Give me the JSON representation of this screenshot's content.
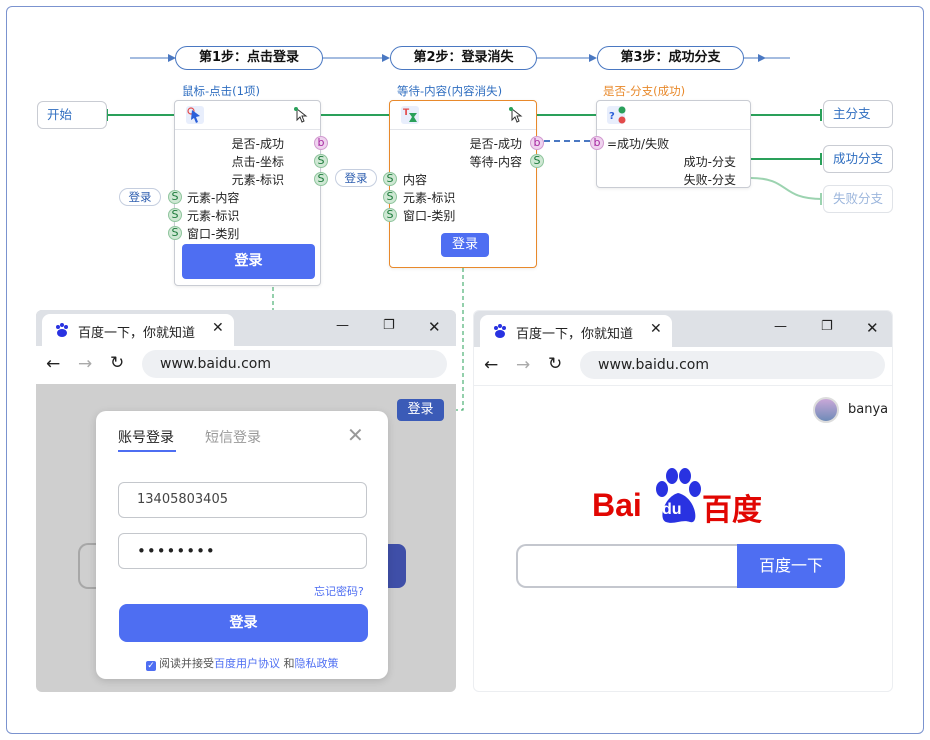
{
  "steps": [
    {
      "label": "第1步：点击登录"
    },
    {
      "label": "第2步：登录消失"
    },
    {
      "label": "第3步：成功分支"
    }
  ],
  "start": {
    "label": "开始"
  },
  "node1": {
    "title": "鼠标-点击(1项)",
    "outputs": [
      "是否-成功",
      "点击-坐标",
      "元素-标识"
    ],
    "inputs": [
      "元素-内容",
      "元素-标识",
      "窗口-类别"
    ],
    "input_chip": "登录",
    "button": "登录"
  },
  "node2": {
    "title": "等待-内容(内容消失)",
    "outputs": [
      "是否-成功",
      "等待-内容"
    ],
    "inputs": [
      "内容",
      "元素-标识",
      "窗口-类别"
    ],
    "input_chip": "登录",
    "button": "登录"
  },
  "node3": {
    "title": "是否-分支(成功)",
    "condition": "=成功/失败",
    "outputs": [
      "成功-分支",
      "失败-分支"
    ]
  },
  "branches": {
    "main": "主分支",
    "success": "成功分支",
    "fail": "失败分支"
  },
  "badges": {
    "s": "S",
    "b": "b"
  },
  "browser_left": {
    "tab_title": "百度一下，你就知道",
    "url": "www.baidu.com",
    "float_tag": "登录",
    "dialog": {
      "tab_account": "账号登录",
      "tab_sms": "短信登录",
      "phone": "13405803405",
      "password": "••••••••",
      "forgot": "忘记密码?",
      "login_button": "登录",
      "agree_prefix": "阅读并接受",
      "agree_link1": "百度用户协议",
      "agree_and": "和",
      "agree_link2": "隐私政策"
    }
  },
  "browser_right": {
    "tab_title": "百度一下，你就知道",
    "url": "www.baidu.com",
    "username": "banya",
    "logo_left": "Bai",
    "logo_mid": "du",
    "logo_right": "百度",
    "search_button": "百度一下"
  },
  "colors": {
    "accent": "#4e6ef2",
    "connector_green": "#2aa05a",
    "connector_blue": "#4a78c2",
    "orange": "#e8892b",
    "baidu_red": "#e10602",
    "baidu_blue": "#2932e1"
  }
}
